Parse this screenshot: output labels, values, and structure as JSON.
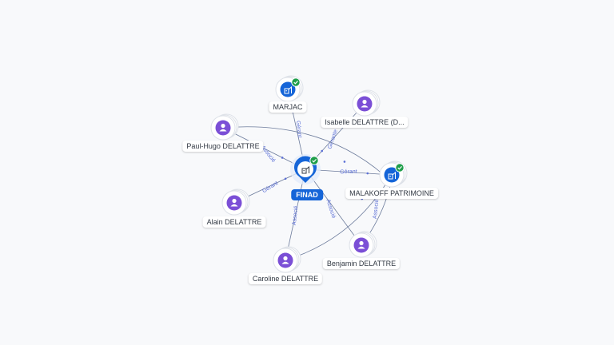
{
  "colors": {
    "person": "#7b4fd6",
    "company": "#1565d8",
    "verified": "#1e9e4a",
    "edge": "#6d7c9c",
    "edge_label": "#5b6fd6"
  },
  "nodes": [
    {
      "id": "finad",
      "label": "FINAD",
      "kind": "company-center",
      "icon": "building-icon",
      "verified": true
    },
    {
      "id": "marjac",
      "label": "MARJAC",
      "kind": "company",
      "icon": "building-icon",
      "verified": true
    },
    {
      "id": "malakoff",
      "label": "MALAKOFF PATRIMOINE",
      "kind": "company",
      "icon": "building-icon",
      "verified": true
    },
    {
      "id": "isabelle",
      "label": "Isabelle DELATTRE (D...",
      "kind": "person",
      "icon": "person-icon"
    },
    {
      "id": "paulhugo",
      "label": "Paul-Hugo DELATTRE",
      "kind": "person",
      "icon": "person-icon"
    },
    {
      "id": "alain",
      "label": "Alain DELATTRE",
      "kind": "person",
      "icon": "person-icon"
    },
    {
      "id": "caroline",
      "label": "Caroline DELATTRE",
      "kind": "person",
      "icon": "person-icon"
    },
    {
      "id": "benjamin",
      "label": "Benjamin DELATTRE",
      "kind": "person",
      "icon": "person-icon"
    }
  ],
  "edges": [
    {
      "from": "finad",
      "to": "marjac",
      "label": "Gérant"
    },
    {
      "from": "finad",
      "to": "malakoff",
      "label": "Gérant"
    },
    {
      "from": "isabelle",
      "to": "finad",
      "label": "Gérante"
    },
    {
      "from": "paulhugo",
      "to": "finad",
      "label": "Associé"
    },
    {
      "from": "paulhugo",
      "to": "malakoff",
      "label": ""
    },
    {
      "from": "alain",
      "to": "finad",
      "label": "Gérant"
    },
    {
      "from": "caroline",
      "to": "finad",
      "label": "Associé"
    },
    {
      "from": "caroline",
      "to": "malakoff",
      "label": ""
    },
    {
      "from": "benjamin",
      "to": "finad",
      "label": "Associé"
    },
    {
      "from": "benjamin",
      "to": "malakoff",
      "label": "Associé"
    }
  ]
}
